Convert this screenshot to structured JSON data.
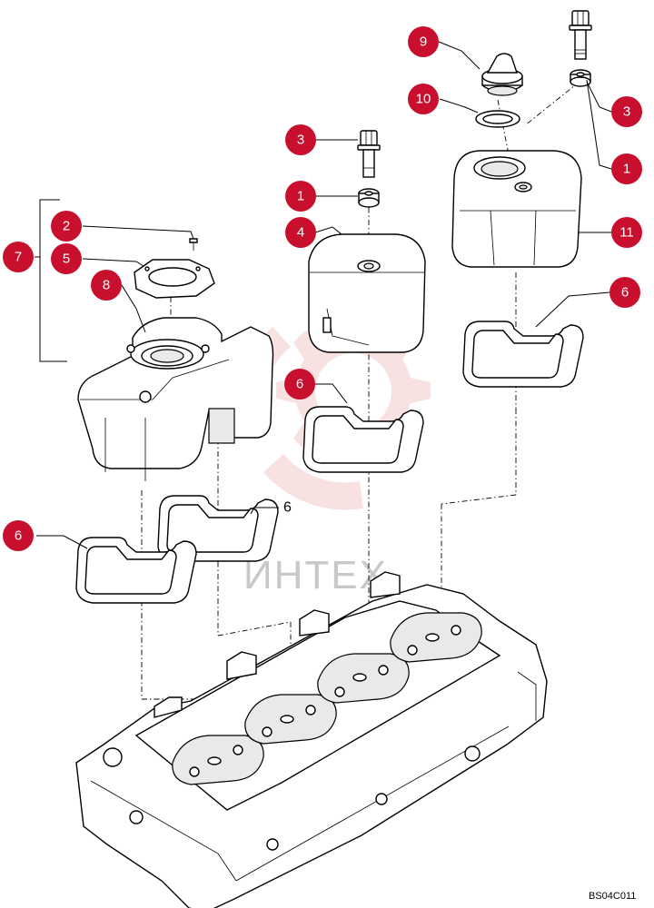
{
  "diagram": {
    "reference_code": "BS04C011",
    "watermark": "ИНТЕХ",
    "colors": {
      "callout": "#c8102e",
      "watermark": "#f3c9c9",
      "line": "#000000"
    },
    "callouts": [
      {
        "id": "c9",
        "label": "9"
      },
      {
        "id": "c10",
        "label": "10"
      },
      {
        "id": "c3a",
        "label": "3"
      },
      {
        "id": "c3b",
        "label": "3"
      },
      {
        "id": "c1a",
        "label": "1"
      },
      {
        "id": "c1b",
        "label": "1"
      },
      {
        "id": "c11",
        "label": "11"
      },
      {
        "id": "c4",
        "label": "4"
      },
      {
        "id": "c2",
        "label": "2"
      },
      {
        "id": "c7",
        "label": "7"
      },
      {
        "id": "c5",
        "label": "5"
      },
      {
        "id": "c8",
        "label": "8"
      },
      {
        "id": "c6a",
        "label": "6"
      },
      {
        "id": "c6b",
        "label": "6"
      },
      {
        "id": "c6c",
        "label": "6"
      }
    ],
    "plain_labels": [
      {
        "id": "p6",
        "label": "6"
      }
    ]
  }
}
